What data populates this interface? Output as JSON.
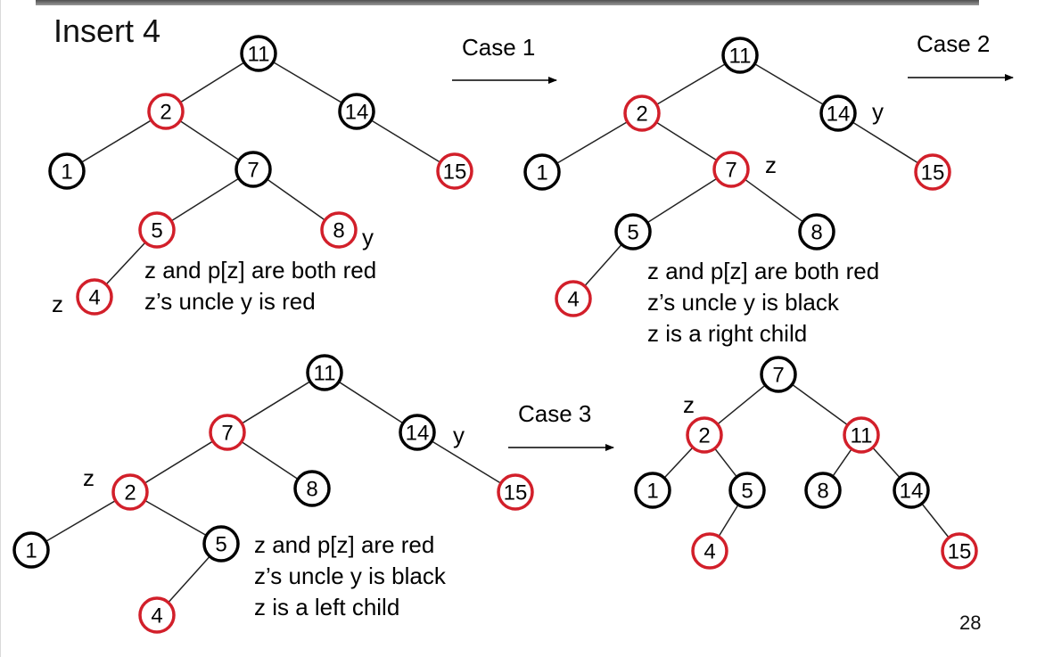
{
  "slide": {
    "title": "Insert 4",
    "page_number": "28"
  },
  "colors": {
    "red": "#d21f2a",
    "black": "#000000",
    "edge": "#222222"
  },
  "panels": [
    {
      "id": "before-case-1",
      "nodes": [
        {
          "id": "n11",
          "key": "11",
          "color": "black"
        },
        {
          "id": "n2",
          "key": "2",
          "color": "red"
        },
        {
          "id": "n14",
          "key": "14",
          "color": "black"
        },
        {
          "id": "n1",
          "key": "1",
          "color": "black"
        },
        {
          "id": "n7",
          "key": "7",
          "color": "black"
        },
        {
          "id": "n15",
          "key": "15",
          "color": "red"
        },
        {
          "id": "n5",
          "key": "5",
          "color": "red"
        },
        {
          "id": "n8",
          "key": "8",
          "color": "red"
        },
        {
          "id": "n4",
          "key": "4",
          "color": "red"
        }
      ],
      "edges": [
        [
          "n11",
          "n2"
        ],
        [
          "n11",
          "n14"
        ],
        [
          "n2",
          "n1"
        ],
        [
          "n2",
          "n7"
        ],
        [
          "n14",
          "n15"
        ],
        [
          "n7",
          "n5"
        ],
        [
          "n7",
          "n8"
        ],
        [
          "n5",
          "n4"
        ]
      ],
      "labels": [
        {
          "text": "y",
          "node": "n8"
        },
        {
          "text": "z",
          "node": "n4"
        }
      ],
      "notes": [
        "z and p[z] are both red",
        "z’s uncle y is red"
      ]
    },
    {
      "id": "after-case-1",
      "nodes": [
        {
          "id": "n11",
          "key": "11",
          "color": "black"
        },
        {
          "id": "n2",
          "key": "2",
          "color": "red"
        },
        {
          "id": "n14",
          "key": "14",
          "color": "black"
        },
        {
          "id": "n1",
          "key": "1",
          "color": "black"
        },
        {
          "id": "n7",
          "key": "7",
          "color": "red"
        },
        {
          "id": "n15",
          "key": "15",
          "color": "red"
        },
        {
          "id": "n5",
          "key": "5",
          "color": "black"
        },
        {
          "id": "n8",
          "key": "8",
          "color": "black"
        },
        {
          "id": "n4",
          "key": "4",
          "color": "red"
        }
      ],
      "edges": [
        [
          "n11",
          "n2"
        ],
        [
          "n11",
          "n14"
        ],
        [
          "n2",
          "n1"
        ],
        [
          "n2",
          "n7"
        ],
        [
          "n14",
          "n15"
        ],
        [
          "n7",
          "n5"
        ],
        [
          "n7",
          "n8"
        ],
        [
          "n5",
          "n4"
        ]
      ],
      "labels": [
        {
          "text": "y",
          "node": "n14"
        },
        {
          "text": "z",
          "node": "n7"
        }
      ],
      "notes": [
        "z and p[z] are both red",
        "z’s uncle y is black",
        "z is a right child"
      ]
    },
    {
      "id": "after-case-2",
      "nodes": [
        {
          "id": "n11",
          "key": "11",
          "color": "black"
        },
        {
          "id": "n7",
          "key": "7",
          "color": "red"
        },
        {
          "id": "n14",
          "key": "14",
          "color": "black"
        },
        {
          "id": "n2",
          "key": "2",
          "color": "red"
        },
        {
          "id": "n8",
          "key": "8",
          "color": "black"
        },
        {
          "id": "n15",
          "key": "15",
          "color": "red"
        },
        {
          "id": "n1",
          "key": "1",
          "color": "black"
        },
        {
          "id": "n5",
          "key": "5",
          "color": "black"
        },
        {
          "id": "n4",
          "key": "4",
          "color": "red"
        }
      ],
      "edges": [
        [
          "n11",
          "n7"
        ],
        [
          "n11",
          "n14"
        ],
        [
          "n7",
          "n2"
        ],
        [
          "n7",
          "n8"
        ],
        [
          "n14",
          "n15"
        ],
        [
          "n2",
          "n1"
        ],
        [
          "n2",
          "n5"
        ],
        [
          "n5",
          "n4"
        ]
      ],
      "labels": [
        {
          "text": "y",
          "node": "n14"
        },
        {
          "text": "z",
          "node": "n2"
        }
      ],
      "notes": [
        "z and p[z] are red",
        "z’s uncle y is black",
        "z is a left child"
      ]
    },
    {
      "id": "after-case-3",
      "nodes": [
        {
          "id": "n7",
          "key": "7",
          "color": "black"
        },
        {
          "id": "n2",
          "key": "2",
          "color": "red"
        },
        {
          "id": "n11",
          "key": "11",
          "color": "red"
        },
        {
          "id": "n1",
          "key": "1",
          "color": "black"
        },
        {
          "id": "n5",
          "key": "5",
          "color": "black"
        },
        {
          "id": "n8",
          "key": "8",
          "color": "black"
        },
        {
          "id": "n14",
          "key": "14",
          "color": "black"
        },
        {
          "id": "n4",
          "key": "4",
          "color": "red"
        },
        {
          "id": "n15",
          "key": "15",
          "color": "red"
        }
      ],
      "edges": [
        [
          "n7",
          "n2"
        ],
        [
          "n7",
          "n11"
        ],
        [
          "n2",
          "n1"
        ],
        [
          "n2",
          "n5"
        ],
        [
          "n11",
          "n8"
        ],
        [
          "n11",
          "n14"
        ],
        [
          "n5",
          "n4"
        ],
        [
          "n14",
          "n15"
        ]
      ],
      "labels": [
        {
          "text": "z",
          "node": "n2"
        }
      ],
      "notes": []
    }
  ],
  "transitions": [
    {
      "id": "case-1",
      "label": "Case 1"
    },
    {
      "id": "case-2",
      "label": "Case 2"
    },
    {
      "id": "case-3",
      "label": "Case 3"
    }
  ]
}
